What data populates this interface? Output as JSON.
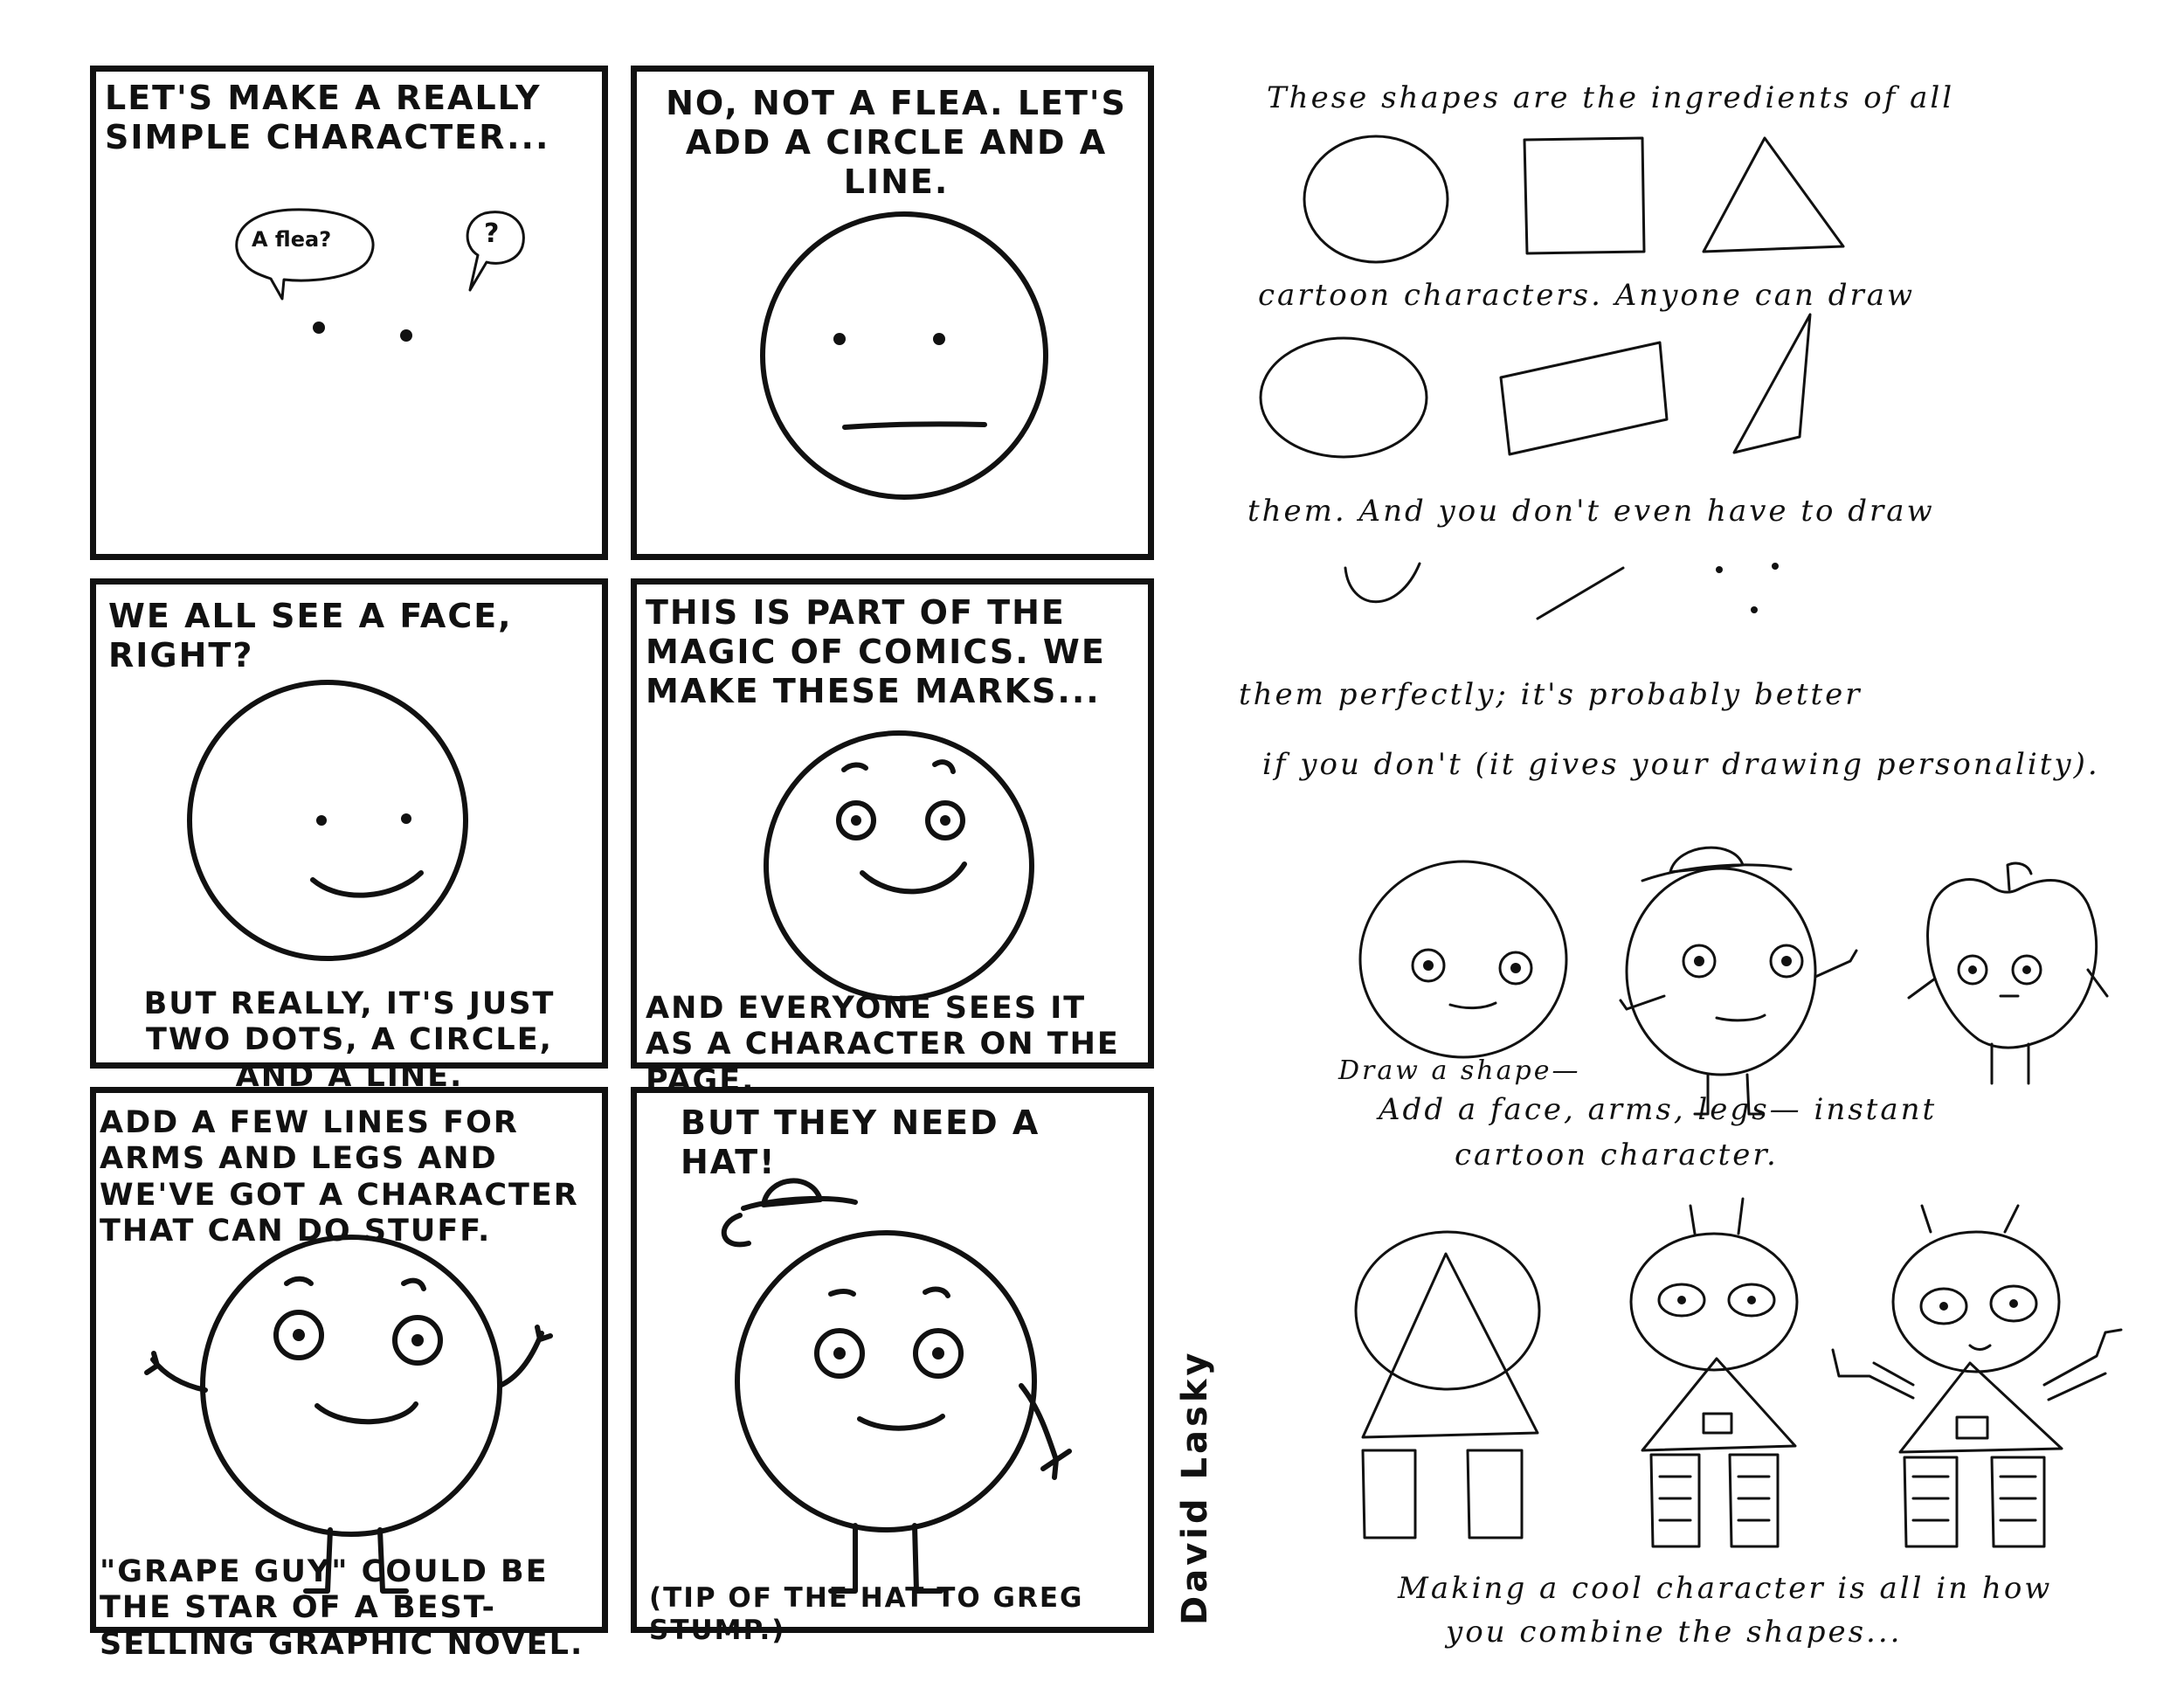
{
  "comic": {
    "panel1": {
      "caption": "Let's make a really simple character...",
      "bubble_left": "A flea?",
      "bubble_right": "?"
    },
    "panel2": {
      "caption": "No, not a flea. Let's add a circle and a line."
    },
    "panel3": {
      "caption_top": "We all see a face, right?",
      "caption_bottom": "But really, it's just two dots, a circle, and a line."
    },
    "panel4": {
      "caption_top": "This is part of the magic of comics. We make these marks...",
      "caption_bottom": "And everyone sees it as a character on the page."
    },
    "panel5": {
      "caption_top": "Add a few lines for arms and legs and we've got a character that can do stuff.",
      "caption_bottom": "\"Grape Guy\" could be the star of a best-selling graphic novel."
    },
    "panel6": {
      "caption_top": "But they need a hat!",
      "caption_bottom": "(Tip of the hat to Greg Stump.)"
    },
    "signature": "David Lasky"
  },
  "notes": {
    "line1": "These shapes are the ingredients of all",
    "line2": "cartoon characters. Anyone can draw",
    "line3": "them. And you don't even have to draw",
    "line4": "them perfectly; it's probably better",
    "line5": "if you don't (it gives your drawing personality).",
    "line6": "Draw a shape—",
    "line7": "Add a face, arms, legs— instant",
    "line8": "cartoon character.",
    "line9": "Making a cool character is all in how",
    "line10": "you combine the shapes..."
  }
}
